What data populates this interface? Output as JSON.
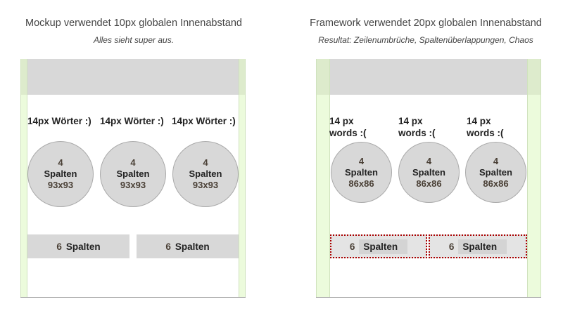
{
  "left": {
    "title": "Mockup verwendet 10px globalen Innenabstand",
    "subtitle": "Alles sieht super aus.",
    "words": [
      "14px Wörter :)",
      "14px Wörter :)",
      "14px Wörter :)"
    ],
    "circles": [
      {
        "n": "4",
        "label": "Spalten",
        "size": "93x93"
      },
      {
        "n": "4",
        "label": "Spalten",
        "size": "93x93"
      },
      {
        "n": "4",
        "label": "Spalten",
        "size": "93x93"
      }
    ],
    "bars": [
      {
        "n": "6",
        "label": "Spalten"
      },
      {
        "n": "6",
        "label": "Spalten"
      }
    ]
  },
  "right": {
    "title": "Framework verwendet 20px globalen Innenabstand",
    "subtitle": "Resultat: Zeilenumbrüche, Spaltenüberlappungen, Chaos",
    "words": [
      [
        "14 px",
        "words :("
      ],
      [
        "14 px",
        "words :("
      ],
      [
        "14 px",
        "words :("
      ]
    ],
    "circles": [
      {
        "n": "4",
        "label": "Spalten",
        "size": "86x86"
      },
      {
        "n": "4",
        "label": "Spalten",
        "size": "86x86"
      },
      {
        "n": "4",
        "label": "Spalten",
        "size": "86x86"
      }
    ],
    "bars": [
      {
        "n": "6",
        "label": "Spalten"
      },
      {
        "n": "6",
        "label": "Spalten"
      }
    ]
  }
}
